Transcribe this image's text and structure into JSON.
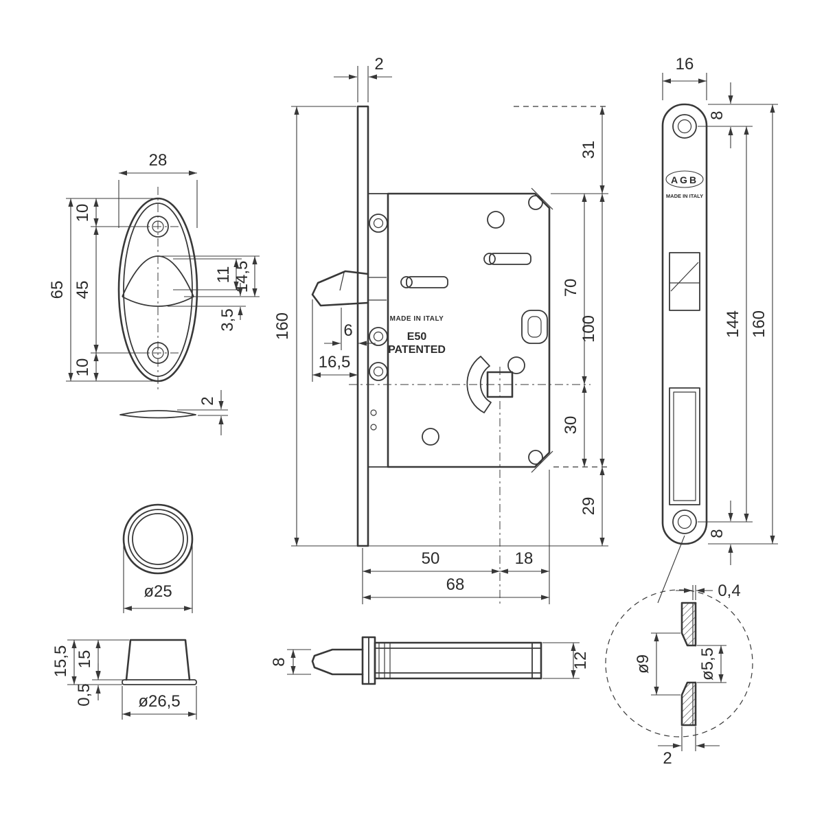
{
  "escutcheon": {
    "width": "28",
    "top_offset": "10",
    "total_height": "65",
    "hole_spacing": "45",
    "cup_dim_a": "11",
    "cup_dim_b": "14,5",
    "cup_dim_c": "3,5",
    "bottom_offset": "10",
    "profile_thickness": "2"
  },
  "ring": {
    "inner_diameter": "ø25",
    "total_height": "15,5",
    "body_height": "15",
    "flange_thickness": "0,5",
    "outer_diameter": "ø26,5"
  },
  "lock_body": {
    "faceplate_thickness": "2",
    "faceplate_height": "160",
    "hook_protrusion": "16,5",
    "hook_clearance": "6",
    "top_margin": "31",
    "hub_from_case_top": "70",
    "case_height": "100",
    "hub_to_case_bottom": "30",
    "bottom_margin": "29",
    "backset": "50",
    "hub_to_back": "18",
    "case_depth": "68",
    "made_in_italy": "MADE IN ITALY",
    "model": "E50",
    "patented": "PATENTED"
  },
  "faceplate": {
    "width": "16",
    "top_hole_offset": "8",
    "hole_spacing": "144",
    "height": "160",
    "bottom_hole_offset": "8",
    "brand": "AGB",
    "made_in_italy": "MADE IN ITALY"
  },
  "side_view": {
    "hook_thickness": "8",
    "body_thickness": "12"
  },
  "hole_detail": {
    "countersink_depth": "0,4",
    "countersink_diameter": "ø9",
    "hole_diameter": "ø5,5",
    "plate_thickness": "2"
  }
}
